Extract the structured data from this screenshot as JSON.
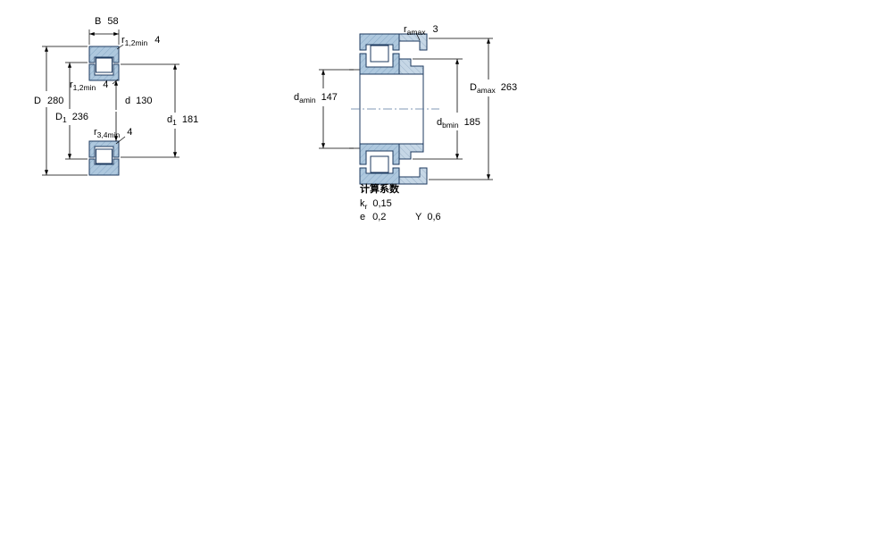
{
  "colors": {
    "bearing_fill": "#aec8de",
    "bearing_outline": "#1d3a5f",
    "hatch": "#7da0c0",
    "abutment_fill": "#c6d7e6",
    "dimension_line": "#000000",
    "text": "#000000",
    "background": "#ffffff"
  },
  "left_view": {
    "dims": {
      "B": {
        "symbol": "B",
        "value": "58"
      },
      "r12_top": {
        "symbol": "r",
        "sub": "1,2min",
        "value": "4"
      },
      "D": {
        "symbol": "D",
        "value": "280"
      },
      "D1": {
        "symbol": "D",
        "sub": "1",
        "value": "236"
      },
      "r12_side": {
        "symbol": "r",
        "sub": "1,2min",
        "value": "4"
      },
      "d": {
        "symbol": "d",
        "value": "130"
      },
      "d1": {
        "symbol": "d",
        "sub": "1",
        "value": "181"
      },
      "r34": {
        "symbol": "r",
        "sub": "3,4min",
        "value": "4"
      }
    }
  },
  "right_view": {
    "dims": {
      "ra": {
        "symbol": "r",
        "sub": "amax",
        "value": "3"
      },
      "da": {
        "symbol": "d",
        "sub": "amin",
        "value": "147"
      },
      "Da": {
        "symbol": "D",
        "sub": "amax",
        "value": "263"
      },
      "db": {
        "symbol": "d",
        "sub": "bmin",
        "value": "185"
      }
    }
  },
  "calculation_factors": {
    "heading": "计算系数",
    "rows": [
      {
        "symbol": "k",
        "sub": "r",
        "value": "0,15"
      },
      {
        "symbol": "e",
        "value": "0,2"
      },
      {
        "symbol": "Y",
        "value": "0,6"
      }
    ]
  }
}
